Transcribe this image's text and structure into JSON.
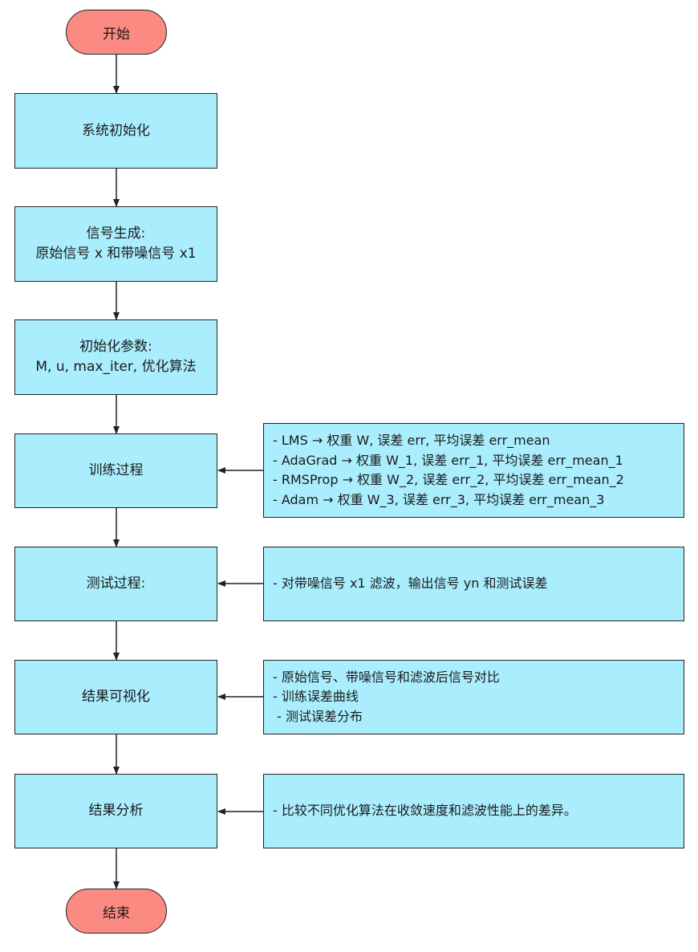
{
  "start": "开始",
  "end": "结束",
  "steps": [
    {
      "lines": [
        "系统初始化"
      ]
    },
    {
      "lines": [
        "信号生成:",
        "原始信号 x 和带噪信号 x1"
      ]
    },
    {
      "lines": [
        "初始化参数:",
        "M, u, max_iter, 优化算法"
      ]
    },
    {
      "lines": [
        "训练过程"
      ]
    },
    {
      "lines": [
        "测试过程:"
      ]
    },
    {
      "lines": [
        "结果可视化"
      ]
    },
    {
      "lines": [
        "结果分析"
      ]
    }
  ],
  "notes": {
    "training": [
      "- LMS → 权重 W, 误差 err, 平均误差 err_mean",
      "- AdaGrad → 权重 W_1, 误差 err_1, 平均误差 err_mean_1",
      "- RMSProp → 权重 W_2, 误差 err_2, 平均误差 err_mean_2",
      "- Adam → 权重 W_3, 误差 err_3, 平均误差 err_mean_3"
    ],
    "testing": [
      "- 对带噪信号 x1 滤波，输出信号 yn 和测试误差"
    ],
    "visualization": [
      "- 原始信号、带噪信号和滤波后信号对比",
      "- 训练误差曲线",
      " - 测试误差分布"
    ],
    "analysis": [
      "- 比较不同优化算法在收敛速度和滤波性能上的差异。"
    ]
  },
  "colors": {
    "terminal_fill": "#fa8a82",
    "process_fill": "#aaeefe",
    "stroke": "#222222"
  }
}
